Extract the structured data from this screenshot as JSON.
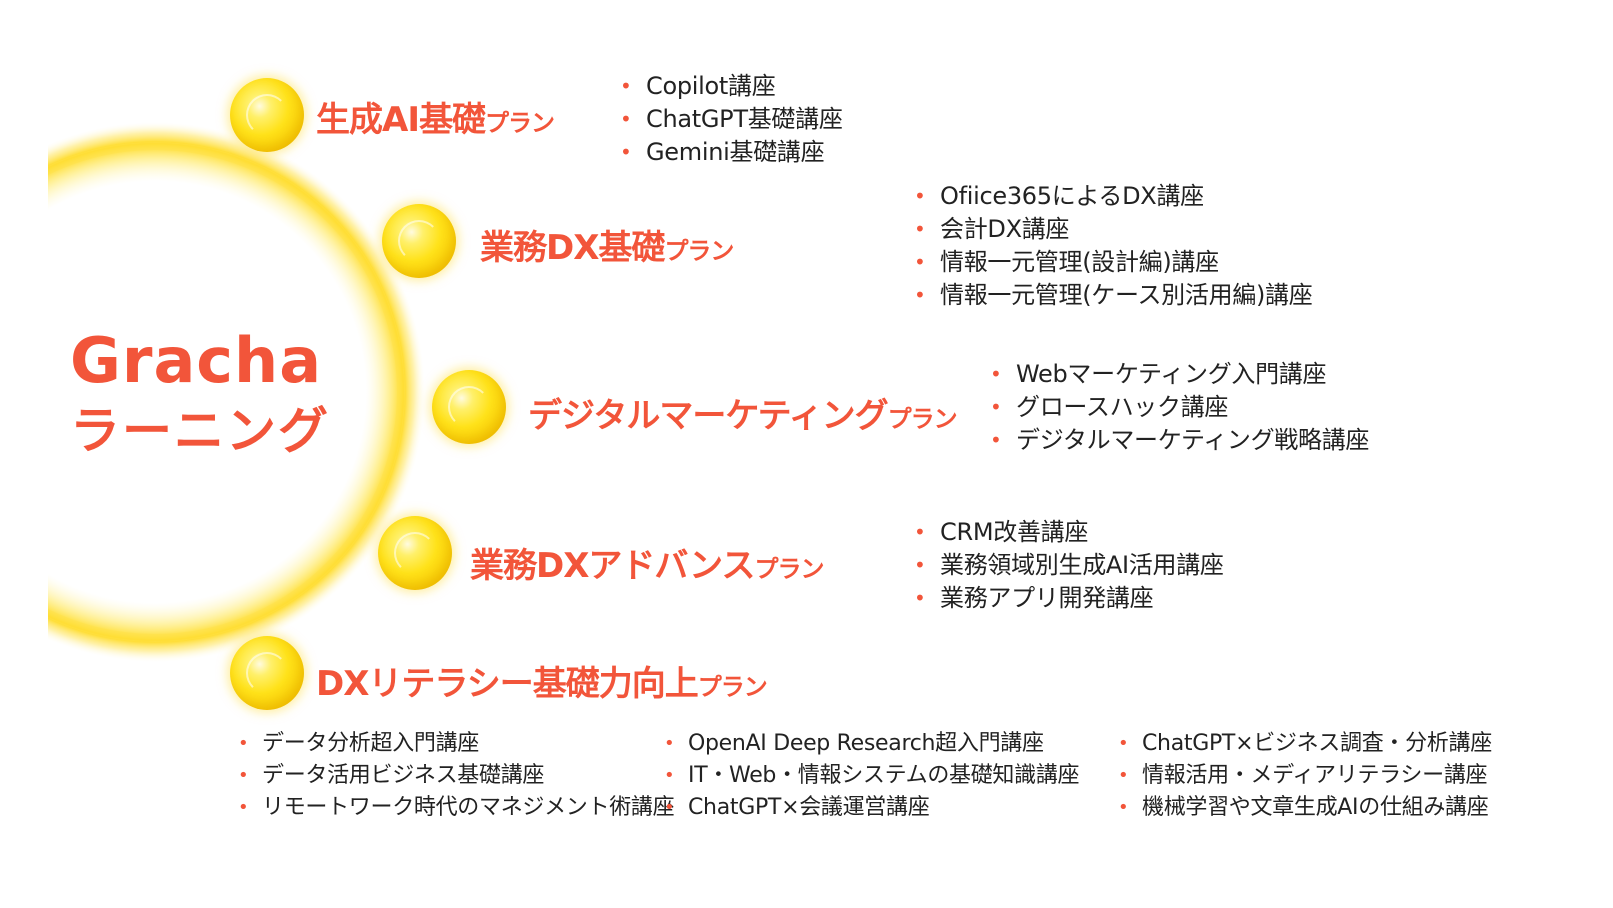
{
  "hub": {
    "title": "Gracha",
    "subtitle": "ラーニング"
  },
  "colors": {
    "accent": "#f2553a",
    "orb": "#ffe21a",
    "text": "#222222"
  },
  "plans": [
    {
      "name": "生成AI基礎",
      "suffix": "プラン",
      "items": [
        "Copilot講座",
        "ChatGPT基礎講座",
        "Gemini基礎講座"
      ]
    },
    {
      "name": "業務DX基礎",
      "suffix": "プラン",
      "items": [
        "Ofiice365によるDX講座",
        "会計DX講座",
        "情報一元管理(設計編)講座",
        "情報一元管理(ケース別活用編)講座"
      ]
    },
    {
      "name": "デジタルマーケティング",
      "suffix": "プラン",
      "items": [
        "Webマーケティング入門講座",
        "グロースハック講座",
        "デジタルマーケティング戦略講座"
      ]
    },
    {
      "name": "業務DXアドバンス",
      "suffix": "プラン",
      "items": [
        "CRM改善講座",
        "業務領域別生成AI活用講座",
        "業務アプリ開発講座"
      ]
    },
    {
      "name": "DXリテラシー基礎力向上",
      "suffix": "プラン",
      "items": []
    }
  ],
  "literacy_columns": [
    [
      "データ分析超入門講座",
      "データ活用ビジネス基礎講座",
      "リモートワーク時代のマネジメント術講座"
    ],
    [
      "OpenAI Deep Research超入門講座",
      "IT・Web・情報システムの基礎知識講座",
      "ChatGPT×会議運営講座"
    ],
    [
      "ChatGPT×ビジネス調査・分析講座",
      "情報活用・メディアリテラシー講座",
      "機械学習や文章生成AIの仕組み講座"
    ]
  ]
}
